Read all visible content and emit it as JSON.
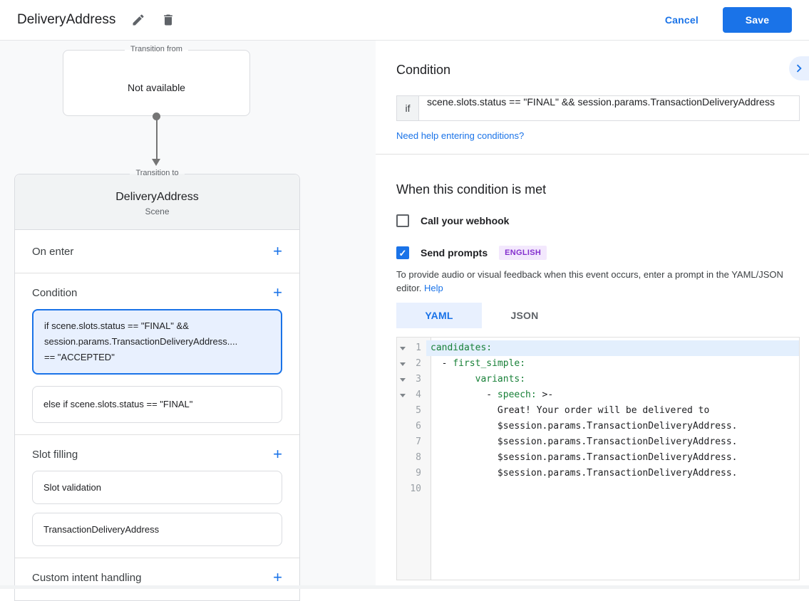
{
  "icons": {
    "add": "+",
    "check": "✓"
  },
  "colors": {
    "accent": "#1a73e8",
    "code_green": "#188038",
    "selected_bg": "#e8f0fe",
    "badge_bg": "#f3e8fd",
    "badge_text": "#8430ce"
  },
  "header": {
    "title": "DeliveryAddress",
    "cancel": "Cancel",
    "save": "Save"
  },
  "graph": {
    "from_legend": "Transition from",
    "from_value": "Not available",
    "to_legend": "Transition to",
    "to_title": "DeliveryAddress",
    "to_subtitle": "Scene",
    "on_enter_label": "On enter",
    "condition_label": "Condition",
    "condition_selected": {
      "line1": "if scene.slots.status == \"FINAL\" &&",
      "line2": "session.params.TransactionDeliveryAddress....",
      "line3": "== \"ACCEPTED\""
    },
    "condition_else": "else if scene.slots.status == \"FINAL\"",
    "slot_filling_label": "Slot filling",
    "slot_validation": "Slot validation",
    "slot_parameter": "TransactionDeliveryAddress",
    "custom_intent_label": "Custom intent handling"
  },
  "panel": {
    "condition_heading": "Condition",
    "if_label": "if",
    "condition_value": "scene.slots.status == \"FINAL\" && session.params.TransactionDeliveryAddress",
    "help_link": "Need help entering conditions?",
    "when_heading": "When this condition is met",
    "webhook_label": "Call your webhook",
    "prompts_label": "Send prompts",
    "language_badge": "ENGLISH",
    "description": "To provide audio or visual feedback when this event occurs, enter a prompt in the YAML/JSON editor.",
    "help_label": "Help",
    "tab_yaml": "YAML",
    "tab_json": "JSON"
  },
  "editor": {
    "lines": [
      {
        "n": "1",
        "p": "",
        "g": "candidates:",
        "b": ""
      },
      {
        "n": "2",
        "p": "  - ",
        "g": "first_simple:",
        "b": ""
      },
      {
        "n": "3",
        "p": "        ",
        "g": "variants:",
        "b": ""
      },
      {
        "n": "4",
        "p": "          - ",
        "g": "speech:",
        "b": " >-"
      },
      {
        "n": "5",
        "p": "            ",
        "g": "",
        "b": "Great! Your order will be delivered to"
      },
      {
        "n": "6",
        "p": "            ",
        "g": "",
        "b": "$session.params.TransactionDeliveryAddress."
      },
      {
        "n": "7",
        "p": "            ",
        "g": "",
        "b": "$session.params.TransactionDeliveryAddress."
      },
      {
        "n": "8",
        "p": "            ",
        "g": "",
        "b": "$session.params.TransactionDeliveryAddress."
      },
      {
        "n": "9",
        "p": "            ",
        "g": "",
        "b": "$session.params.TransactionDeliveryAddress."
      },
      {
        "n": "10",
        "p": "",
        "g": "",
        "b": ""
      }
    ]
  }
}
